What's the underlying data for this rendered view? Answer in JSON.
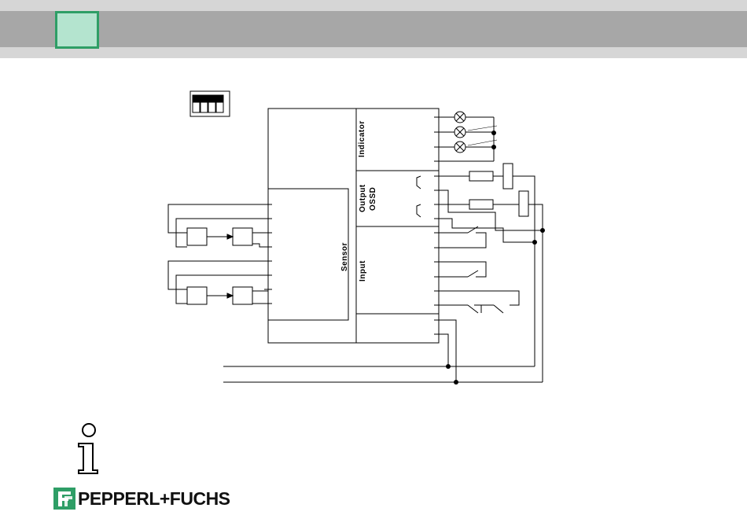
{
  "header": {
    "accent_color": "#2e9e66",
    "square_color": "#b4e4cf",
    "band_color": "#a7a7a7"
  },
  "diagram": {
    "block_labels": {
      "indicator": "Indicator",
      "output": "Output",
      "ossd": "OSSD",
      "sensor": "Sensor",
      "input": "Input"
    },
    "icons": [
      "dip-switch-icon",
      "lamp-icon",
      "relay-coil-icon",
      "switch-contact-icon"
    ]
  },
  "footer": {
    "info_icon": "info-icon",
    "brand_name": "PEPPERL+FUCHS",
    "brand_color": "#2e9e66"
  }
}
